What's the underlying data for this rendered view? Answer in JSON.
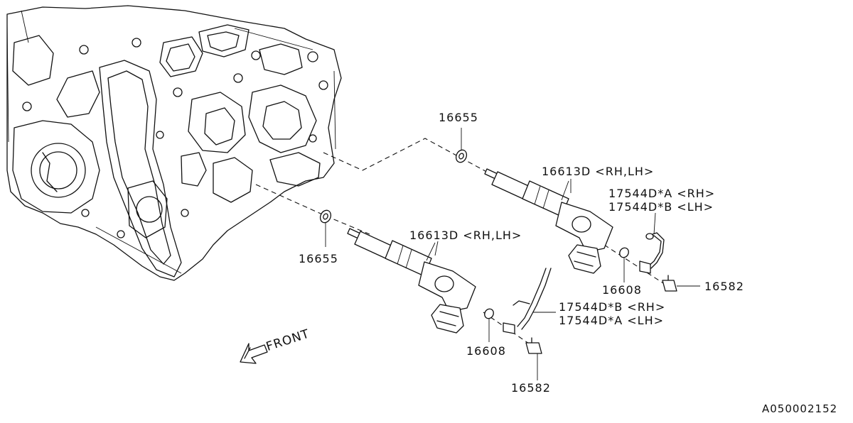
{
  "diagram": {
    "labels": {
      "washer_upper": "16655",
      "washer_lower": "16655",
      "injector_upper": "16613D <RH,LH>",
      "injector_lower": "16613D <RH,LH>",
      "pipe_upper_a": "17544D*A <RH>",
      "pipe_upper_b": "17544D*B <LH>",
      "pipe_lower_b": "17544D*B <RH>",
      "pipe_lower_a": "17544D*A <LH>",
      "oring_upper": "16608",
      "oring_lower": "16608",
      "clip_upper": "16582",
      "clip_lower": "16582",
      "front": "FRONT",
      "figure_code": "A050002152"
    }
  }
}
